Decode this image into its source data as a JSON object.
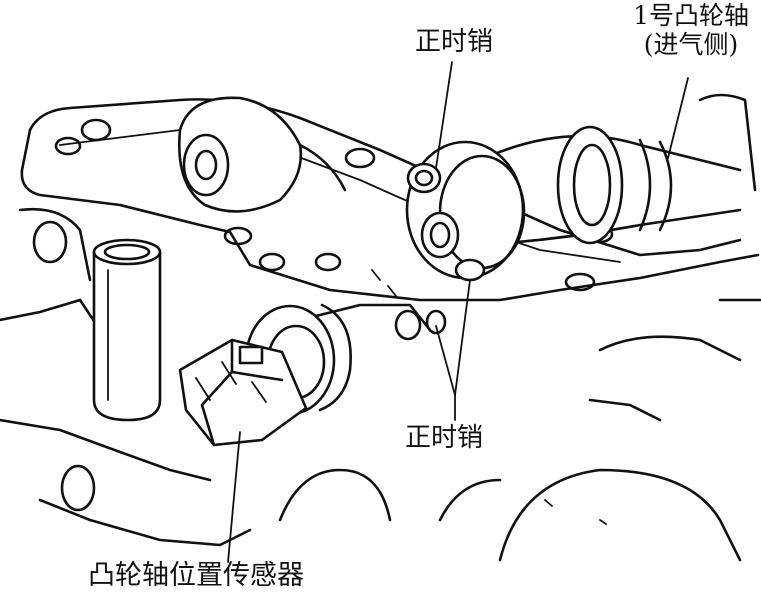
{
  "labels": {
    "camshaft_line1": "1号凸轮轴",
    "camshaft_line2": "(进气侧)",
    "timing_pin_top": "正时销",
    "timing_pin_bottom": "正时销",
    "sensor": "凸轮轴位置传感器"
  }
}
